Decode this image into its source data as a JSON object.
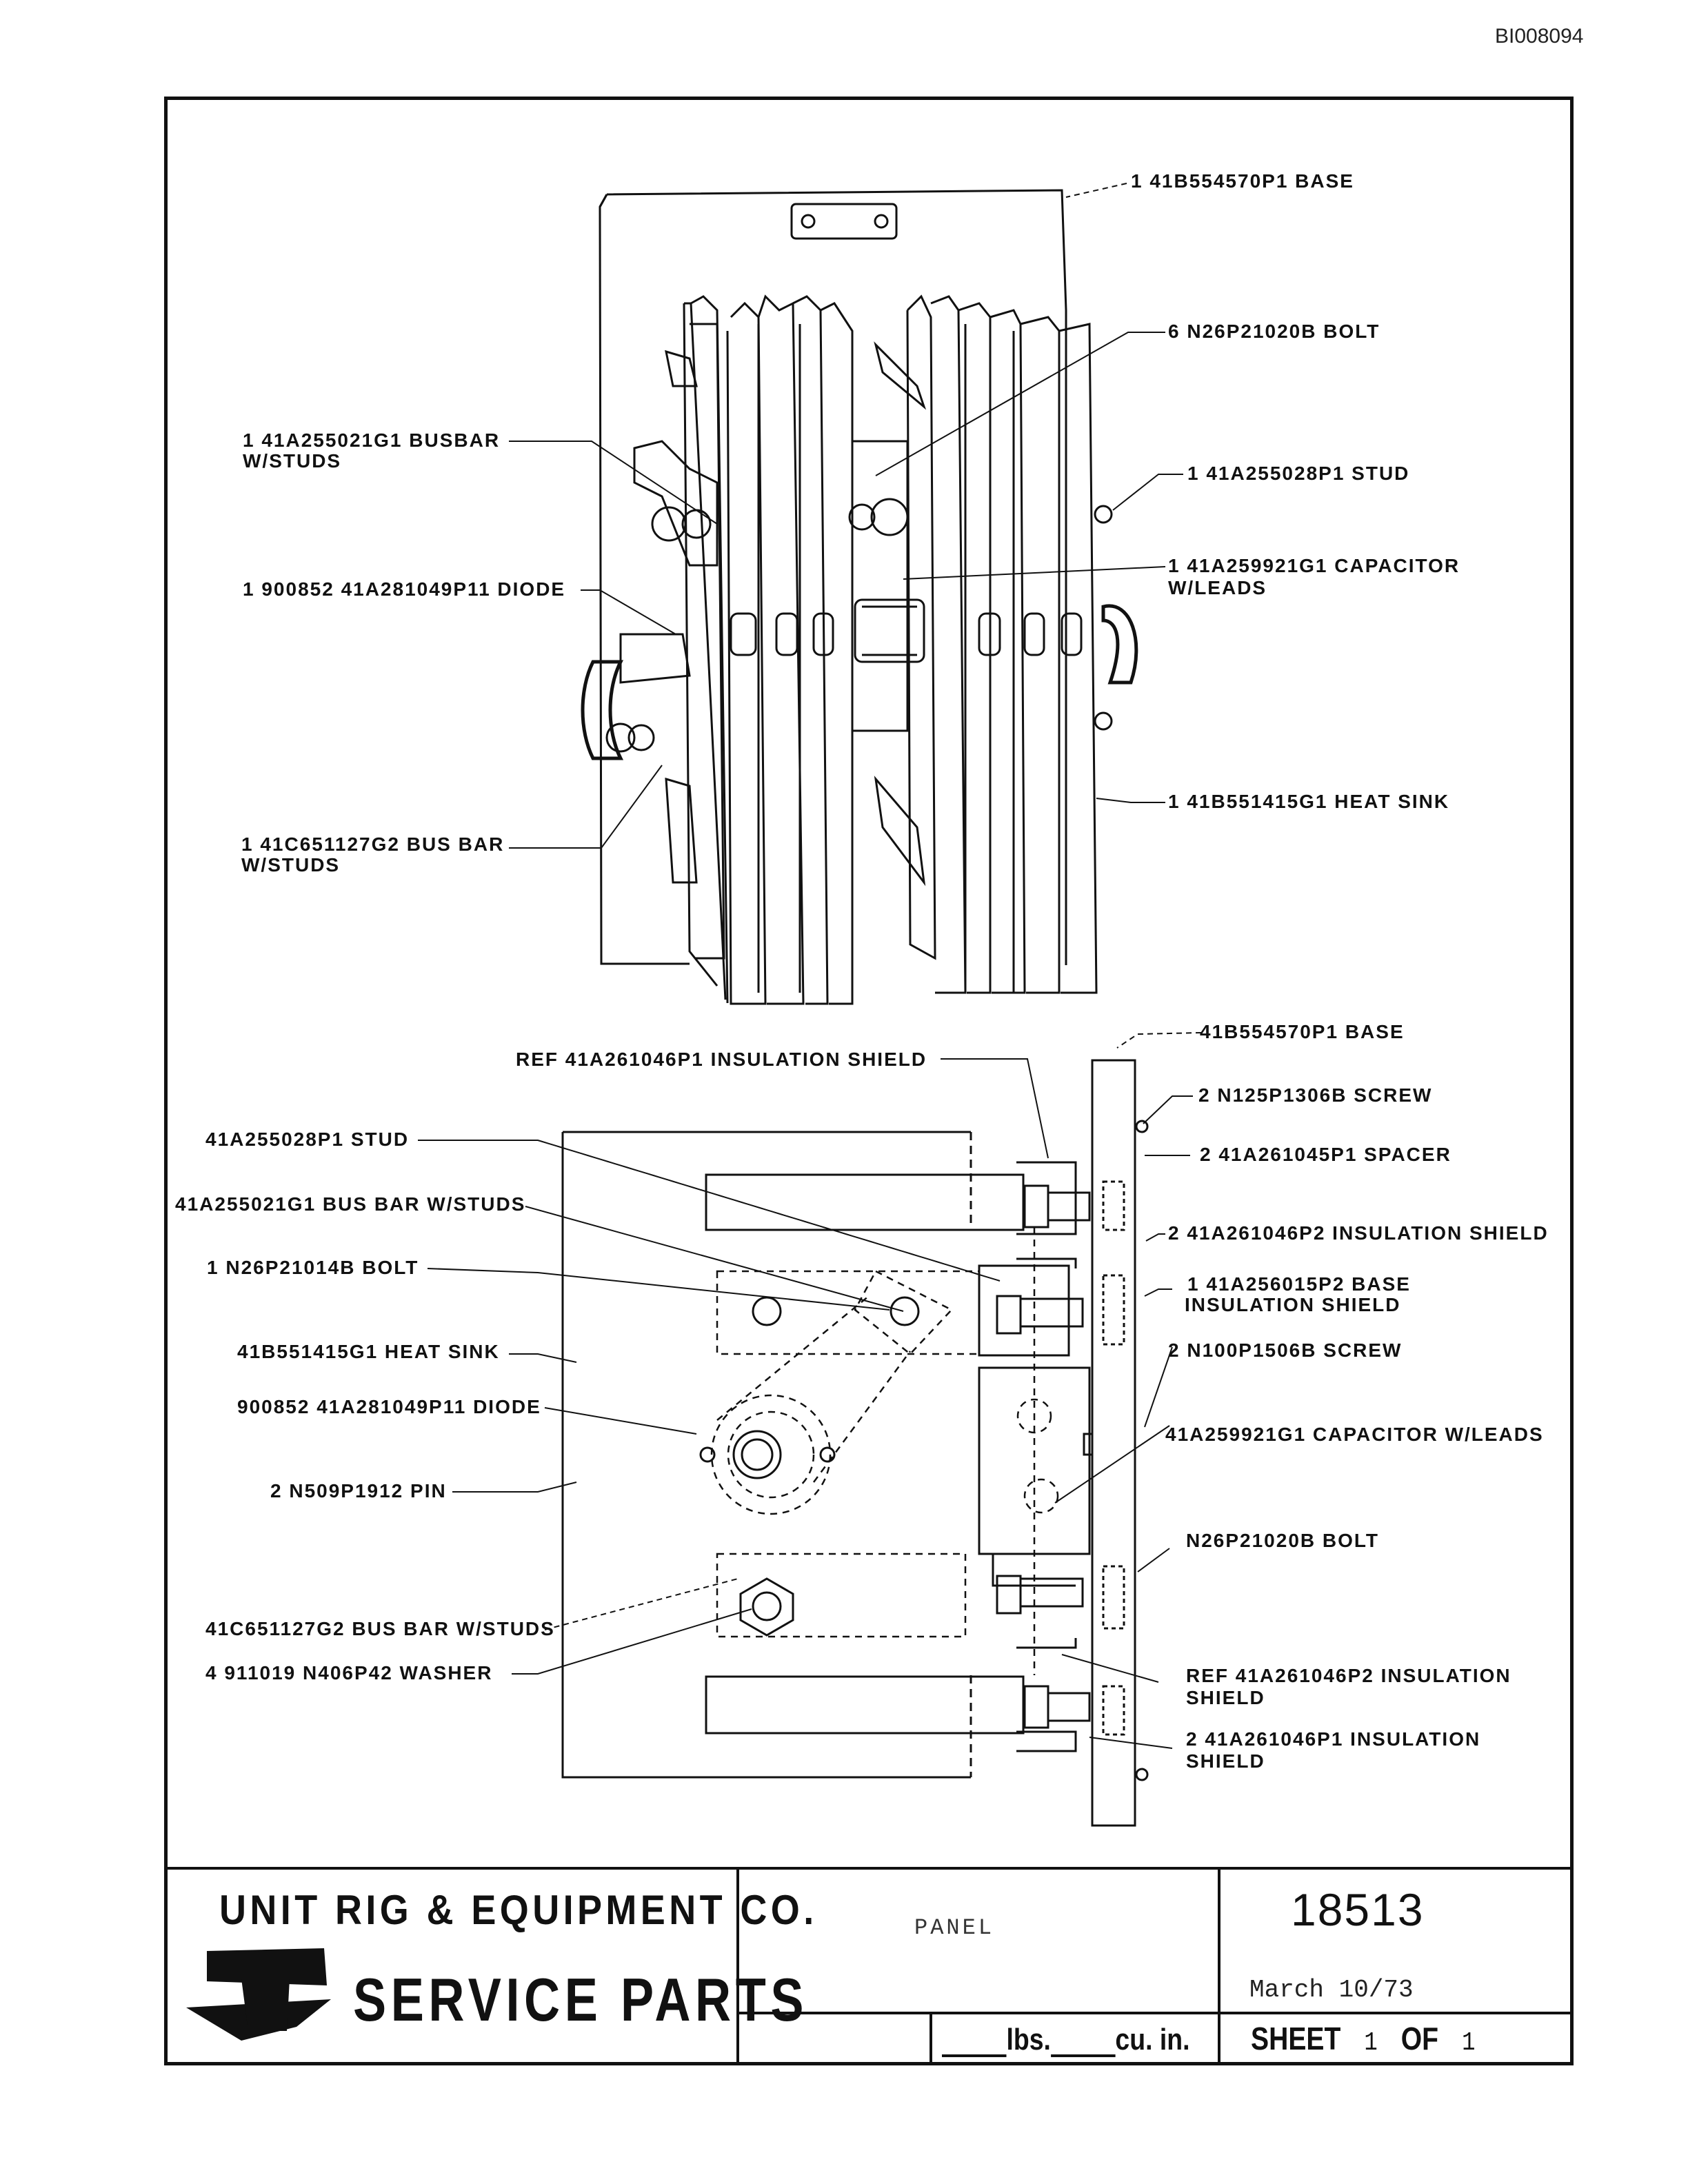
{
  "document_id": "BI008094",
  "top_view_callouts": {
    "base": "1  41B554570P1   BASE",
    "bolt": "6  N26P21020B  BOLT",
    "busbar_line1": "1  41A255021G1  BUSBAR",
    "busbar_line2": "W/STUDS",
    "stud": "1  41A255028P1  STUD",
    "diode": "1  900852  41A281049P11  DIODE",
    "capacitor_line1": "1  41A259921G1  CAPACITOR",
    "capacitor_line2": "W/LEADS",
    "heat_sink": "1  41B551415G1  HEAT SINK",
    "bus_bar_line1": "1  41C651127G2  BUS BAR",
    "bus_bar_line2": "W/STUDS"
  },
  "bottom_view_callouts": {
    "ref_insulation_shield": "REF  41A261046P1  INSULATION SHIELD",
    "base": "41B554570P1  BASE",
    "screw_1": "2  N125P1306B  SCREW",
    "spacer": "2  41A261045P1  SPACER",
    "stud": "41A255028P1  STUD",
    "bus_bar_studs": "41A255021G1  BUS BAR W/STUDS",
    "insulation_shield_p2": "2  41A261046P2  INSULATION SHIELD",
    "bolt_1": "1  N26P21014B  BOLT",
    "base_insulation_line1": "1  41A256015P2  BASE",
    "base_insulation_line2": "INSULATION SHIELD",
    "heat_sink": "41B551415G1  HEAT SINK",
    "screw_2": "2  N100P1506B  SCREW",
    "diode": "900852  41A281049P11  DIODE",
    "capacitor": "41A259921G1  CAPACITOR W/LEADS",
    "pin": "2  N509P1912  PIN",
    "bolt_2": "N26P21020B  BOLT",
    "bus_bar_studs_2": "41C651127G2  BUS BAR W/STUDS",
    "washer": "4  911019  N406P42  WASHER",
    "ref_insulation_p2_line1": "REF  41A261046P2  INSULATION",
    "ref_insulation_p2_line2": "SHIELD",
    "insulation_p1_line1": "2  41A261046P1  INSULATION",
    "insulation_p1_line2": "SHIELD"
  },
  "title_block": {
    "company": "UNIT RIG & EQUIPMENT CO.",
    "service_parts": "SERVICE PARTS",
    "title": "PANEL",
    "drawing_number": "18513",
    "date": "March 10/73",
    "lbs": "lbs.",
    "cu_in": "cu. in.",
    "sheet_label": "SHEET",
    "sheet_num": "1",
    "of_label": "OF",
    "sheet_total": "1"
  }
}
